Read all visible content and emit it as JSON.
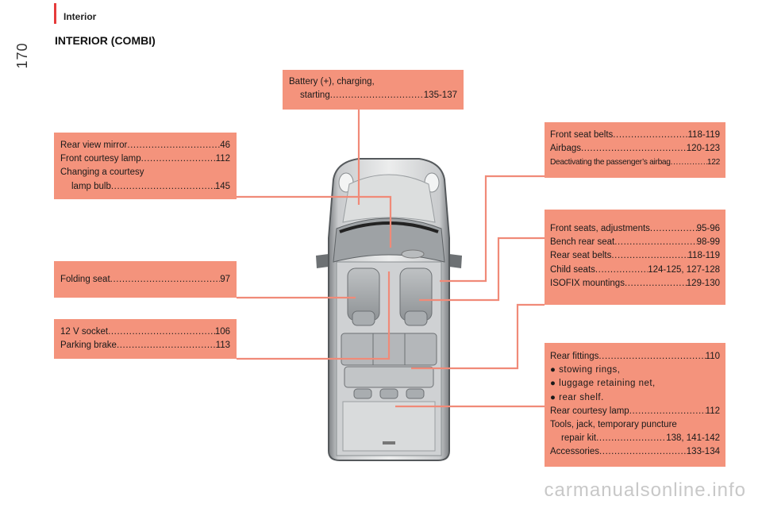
{
  "header": {
    "page_number": "170",
    "section": "Interior",
    "title": "INTERIOR (COMBI)",
    "accent_color": "#e63b3b"
  },
  "callout_color": "#f4937c",
  "line_color": "#f08a78",
  "callouts": {
    "battery": {
      "l1": "Battery (+), charging,",
      "l2": "starting",
      "l2_pages": "135-137"
    },
    "mirror": {
      "r1_label": "Rear view mirror",
      "r1_pages": "46",
      "r2_label": "Front courtesy lamp",
      "r2_pages": "112",
      "r3": "Changing a courtesy",
      "r4_label": "lamp bulb",
      "r4_pages": "145"
    },
    "folding": {
      "r1_label": "Folding seat",
      "r1_pages": "97"
    },
    "socket": {
      "r1_label": "12 V socket",
      "r1_pages": "106",
      "r2_label": "Parking brake",
      "r2_pages": "113"
    },
    "belts": {
      "r1_label": "Front seat belts",
      "r1_pages": "118-119",
      "r2_label": "Airbags",
      "r2_pages": "120-123",
      "r3_label": "Deactivating the passenger’s airbag",
      "r3_pages": "122"
    },
    "seats": {
      "r1_label": "Front seats, adjustments",
      "r1_pages": "95-96",
      "r2_label": "Bench rear seat",
      "r2_pages": "98-99",
      "r3_label": "Rear seat belts",
      "r3_pages": "118-119",
      "r4_label": "Child seats",
      "r4_pages": "124-125, 127-128",
      "r5_label": "ISOFIX mountings",
      "r5_pages": "129-130"
    },
    "rear": {
      "r1_label": "Rear fittings",
      "r1_pages": "110",
      "b1": "● stowing rings,",
      "b2": "● luggage retaining net,",
      "b3": "● rear shelf.",
      "r2_label": "Rear courtesy lamp",
      "r2_pages": "112",
      "r3": "Tools, jack, temporary puncture",
      "r4_label": "repair kit",
      "r4_pages": "138, 141-142",
      "r5_label": "Accessories",
      "r5_pages": "133-134"
    }
  },
  "illustration": {
    "icon": "van-top-view-icon"
  },
  "watermark": "carmanualsonline.info"
}
